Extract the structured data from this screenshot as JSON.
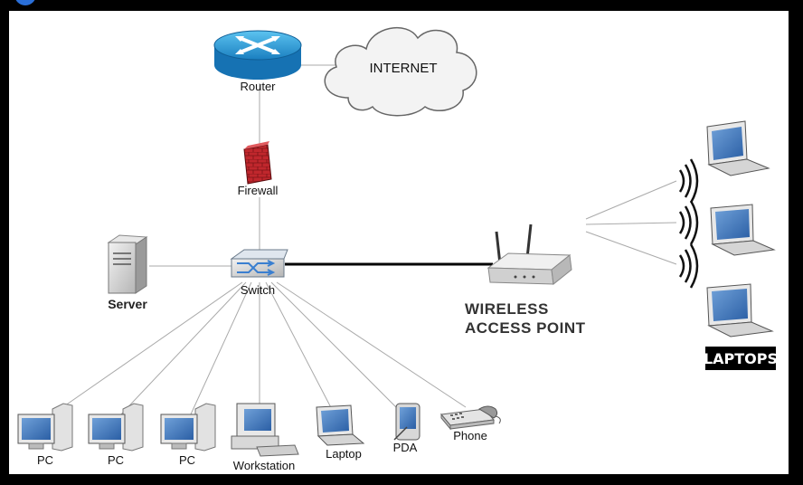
{
  "nodes": {
    "internet": "INTERNET",
    "router": "Router",
    "firewall": "Firewall",
    "switch": "Switch",
    "server": "Server",
    "wireless_access_point": [
      "WIRELESS",
      "ACCESS POINT"
    ],
    "laptops": "LAPTOPS",
    "pc1": "PC",
    "pc2": "PC",
    "pc3": "PC",
    "workstation": "Workstation",
    "laptop": "Laptop",
    "pda": "PDA",
    "phone": "Phone"
  },
  "colors": {
    "router": "#1f8fcf",
    "firewall": "#c0272d",
    "screen": "#3a6fb6"
  },
  "icons": [
    "router-icon",
    "cloud-icon",
    "firewall-icon",
    "switch-icon",
    "server-icon",
    "access-point-icon",
    "laptop-icon",
    "pc-icon",
    "workstation-icon",
    "pda-icon",
    "phone-icon",
    "wireless-signal-icon"
  ]
}
